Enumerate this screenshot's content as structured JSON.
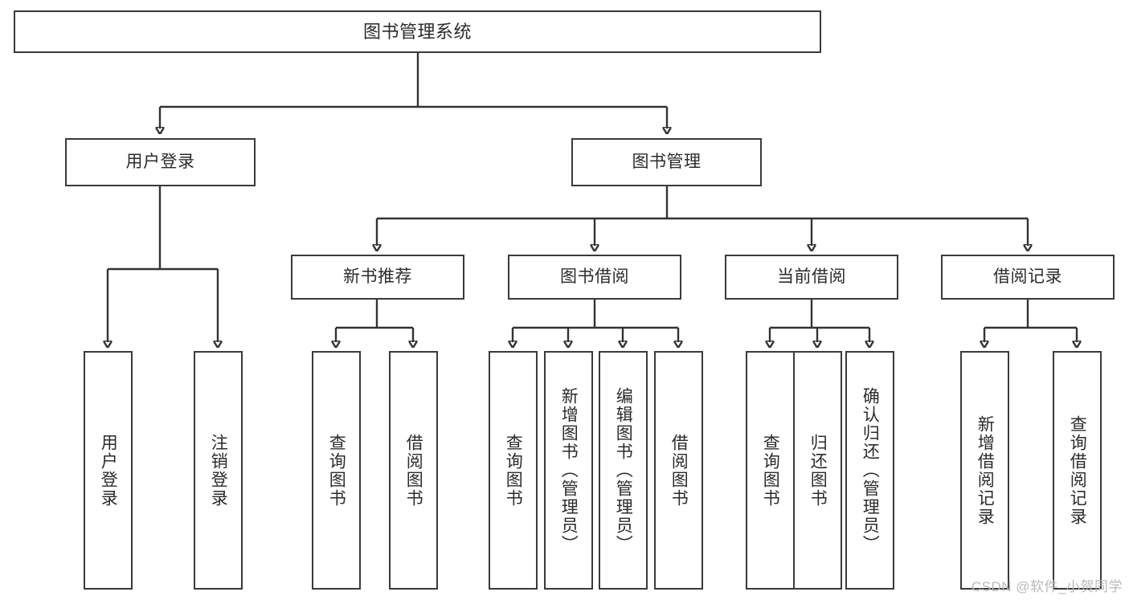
{
  "diagram": {
    "title": "图书管理系统",
    "type": "hierarchy-tree",
    "watermark": "CSDN @软件_小贺同学",
    "colors": {
      "stroke": "#333333",
      "box_border": "#3a3a3a",
      "background": "#ffffff",
      "text": "#2b2b2b",
      "watermark": "#b9b9b9"
    },
    "levels": [
      {
        "level": 1,
        "nodes": [
          {
            "id": "root",
            "label": "图书管理系统",
            "orientation": "horizontal"
          }
        ]
      },
      {
        "level": 2,
        "nodes": [
          {
            "id": "user-login",
            "label": "用户登录",
            "orientation": "horizontal",
            "parent": "root"
          },
          {
            "id": "book-manage",
            "label": "图书管理",
            "orientation": "horizontal",
            "parent": "root"
          }
        ]
      },
      {
        "level": 3,
        "nodes": [
          {
            "id": "new-book-rec",
            "label": "新书推荐",
            "orientation": "horizontal",
            "parent": "book-manage"
          },
          {
            "id": "book-borrow",
            "label": "图书借阅",
            "orientation": "horizontal",
            "parent": "book-manage"
          },
          {
            "id": "current-borrow",
            "label": "当前借阅",
            "orientation": "horizontal",
            "parent": "book-manage"
          },
          {
            "id": "borrow-record",
            "label": "借阅记录",
            "orientation": "horizontal",
            "parent": "book-manage"
          }
        ]
      },
      {
        "level": 4,
        "nodes": [
          {
            "id": "leaf-user-login",
            "label": "用户登录",
            "orientation": "vertical",
            "parent": "user-login"
          },
          {
            "id": "leaf-logout",
            "label": "注销登录",
            "orientation": "vertical",
            "parent": "user-login"
          },
          {
            "id": "leaf-query-book-1",
            "label": "查询图书",
            "orientation": "vertical",
            "parent": "new-book-rec"
          },
          {
            "id": "leaf-borrow-book-1",
            "label": "借阅图书",
            "orientation": "vertical",
            "parent": "new-book-rec"
          },
          {
            "id": "leaf-query-book-2",
            "label": "查询图书",
            "orientation": "vertical",
            "parent": "book-borrow"
          },
          {
            "id": "leaf-add-book",
            "label": "新增图书（管理员）",
            "orientation": "vertical",
            "parent": "book-borrow"
          },
          {
            "id": "leaf-edit-book",
            "label": "编辑图书（管理员）",
            "orientation": "vertical",
            "parent": "book-borrow"
          },
          {
            "id": "leaf-borrow-book-2",
            "label": "借阅图书",
            "orientation": "vertical",
            "parent": "book-borrow"
          },
          {
            "id": "leaf-query-book-3",
            "label": "查询图书",
            "orientation": "vertical",
            "parent": "current-borrow"
          },
          {
            "id": "leaf-return-book",
            "label": "归还图书",
            "orientation": "vertical",
            "parent": "current-borrow"
          },
          {
            "id": "leaf-confirm-return",
            "label": "确认归还（管理员）",
            "orientation": "vertical",
            "parent": "current-borrow"
          },
          {
            "id": "leaf-add-record",
            "label": "新增借阅记录",
            "orientation": "vertical",
            "parent": "borrow-record"
          },
          {
            "id": "leaf-query-record",
            "label": "查询借阅记录",
            "orientation": "vertical",
            "parent": "borrow-record"
          }
        ]
      }
    ]
  }
}
